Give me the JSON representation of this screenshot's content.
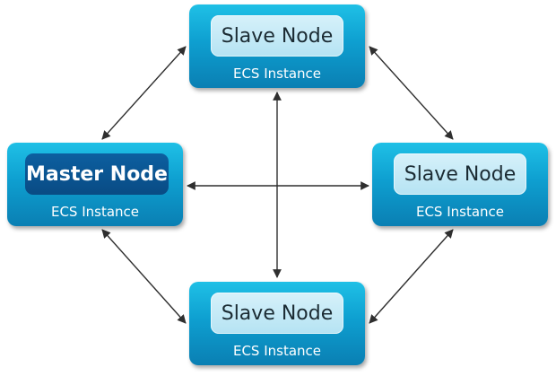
{
  "diagram": {
    "nodes": [
      {
        "id": "top",
        "role": "slave",
        "name": "Slave Node",
        "caption": "ECS Instance"
      },
      {
        "id": "left",
        "role": "master",
        "name": "Master Node",
        "caption": "ECS Instance"
      },
      {
        "id": "right",
        "role": "slave",
        "name": "Slave Node",
        "caption": "ECS Instance"
      },
      {
        "id": "bottom",
        "role": "slave",
        "name": "Slave Node",
        "caption": "ECS Instance"
      }
    ],
    "edges": [
      {
        "from": "left",
        "to": "top",
        "bidirectional": true
      },
      {
        "from": "top",
        "to": "right",
        "bidirectional": true
      },
      {
        "from": "left",
        "to": "bottom",
        "bidirectional": true
      },
      {
        "from": "right",
        "to": "bottom",
        "bidirectional": true
      },
      {
        "from": "left",
        "to": "right",
        "bidirectional": true
      },
      {
        "from": "top",
        "to": "bottom",
        "bidirectional": true
      }
    ],
    "colors": {
      "instance": "#0e9fd0",
      "slave_fill": "#c5e9f6",
      "master_fill": "#094b84",
      "arrow": "#2f2f2f"
    }
  }
}
